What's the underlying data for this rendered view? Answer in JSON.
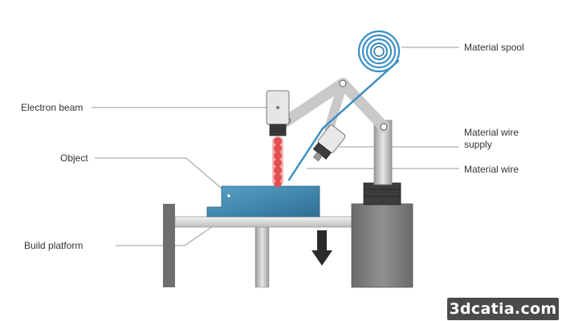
{
  "labels": {
    "electron_beam": "Electron beam",
    "object": "Object",
    "build_platform": "Build platform",
    "material_spool": "Material spool",
    "material_wire_supply": "Material wire\nsupply",
    "material_wire": "Material wire"
  },
  "watermark": "3dcatia.com",
  "colors": {
    "object_blue": "#3f86ad",
    "wire_blue": "#3a8fc4",
    "beam_red": "#e05050",
    "machine_grey": "#7a7a7a",
    "dark_grey": "#4a4a4a",
    "light_grey": "#d9d9d9",
    "leader_line": "#999999"
  }
}
